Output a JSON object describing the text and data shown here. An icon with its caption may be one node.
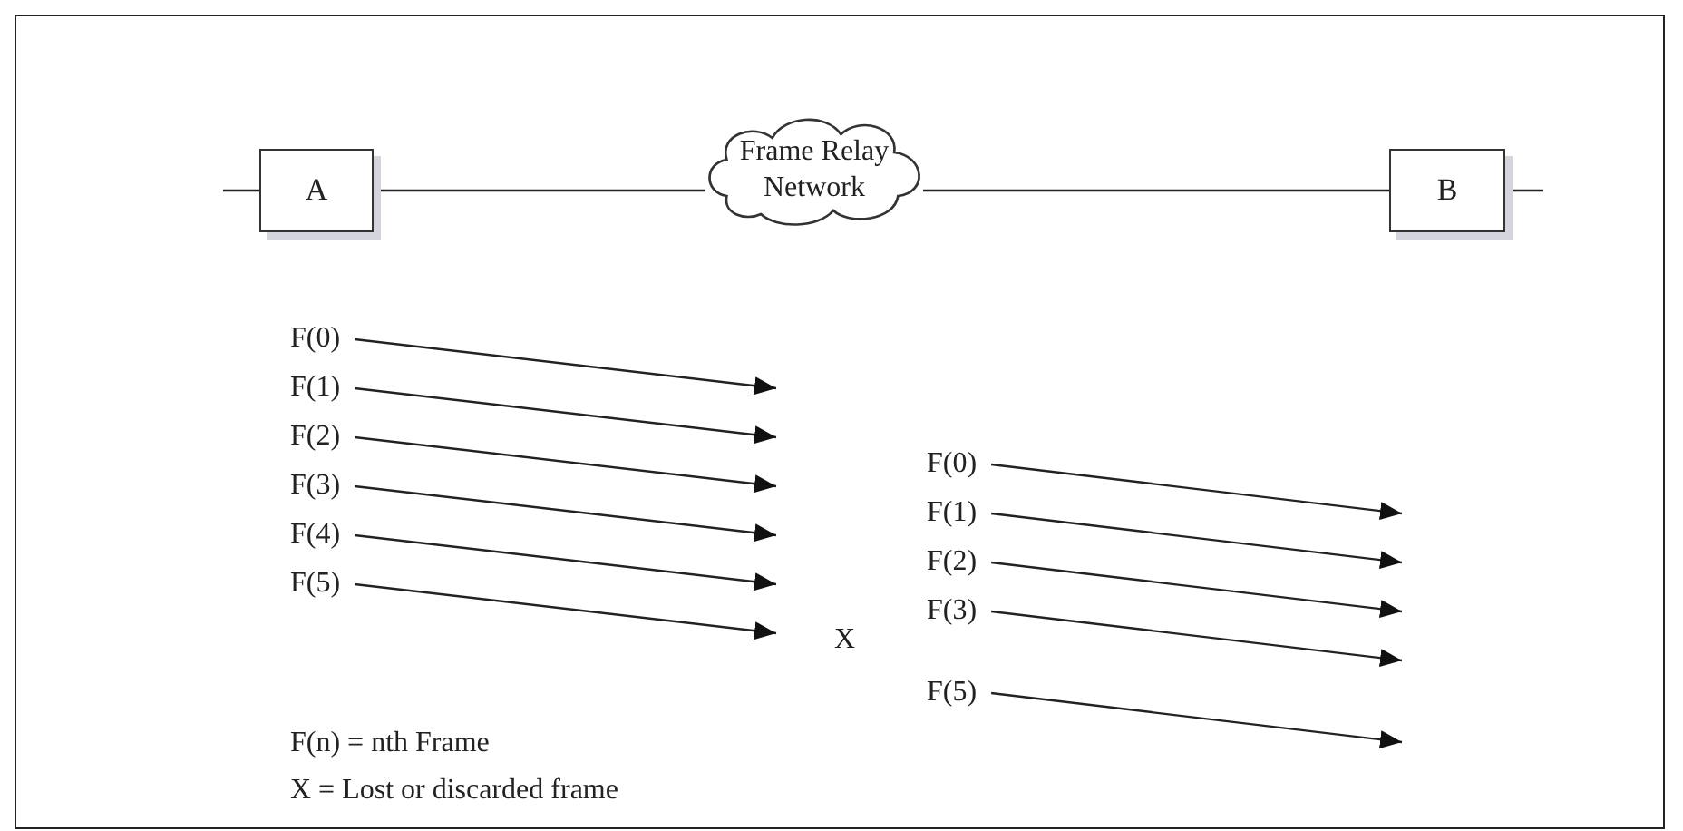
{
  "diagram": {
    "nodes": [
      {
        "text": [
          "A"
        ]
      },
      {
        "text": [
          "Frame Relay Network"
        ]
      },
      {
        "text": [
          "B"
        ]
      },
      {
        "text": [
          "F(0)"
        ]
      },
      {
        "text": [
          "F(1)"
        ]
      },
      {
        "text": [
          "F(2)"
        ]
      },
      {
        "text": [
          "F(3)"
        ]
      },
      {
        "text": [
          "F(4)"
        ]
      },
      {
        "text": [
          "F(5)"
        ]
      },
      {
        "text": [
          "F(0)"
        ]
      },
      {
        "text": [
          "F(1)"
        ]
      },
      {
        "text": [
          "F(2)"
        ]
      },
      {
        "text": [
          "F(3)"
        ]
      },
      {
        "text": [
          "F(5)"
        ]
      }
    ],
    "edges": [
      {
        "from": null,
        "to": 0,
        "arrow": "none"
      },
      {
        "from": 0,
        "to": 1,
        "arrow": "none"
      },
      {
        "from": 1,
        "to": 2,
        "arrow": "none"
      },
      {
        "from": 2,
        "to": null,
        "arrow": "none"
      },
      {
        "from": 3,
        "to": null,
        "arrow": "to"
      },
      {
        "from": 4,
        "to": null,
        "arrow": "to"
      },
      {
        "from": 5,
        "to": null,
        "arrow": "to"
      },
      {
        "from": 6,
        "to": null,
        "arrow": "to"
      },
      {
        "from": 7,
        "to": null,
        "arrow": "to"
      },
      {
        "from": 8,
        "to": null,
        "arrow": "to"
      },
      {
        "from": 9,
        "to": null,
        "arrow": "to"
      },
      {
        "from": 10,
        "to": null,
        "arrow": "to"
      },
      {
        "from": 11,
        "to": null,
        "arrow": "to"
      },
      {
        "from": 12,
        "to": null,
        "arrow": "to"
      },
      {
        "from": 13,
        "to": null,
        "arrow": "to"
      }
    ],
    "labels": [
      "X",
      "F(n) = nth Frame",
      "X = Lost or discarded frame"
    ]
  }
}
